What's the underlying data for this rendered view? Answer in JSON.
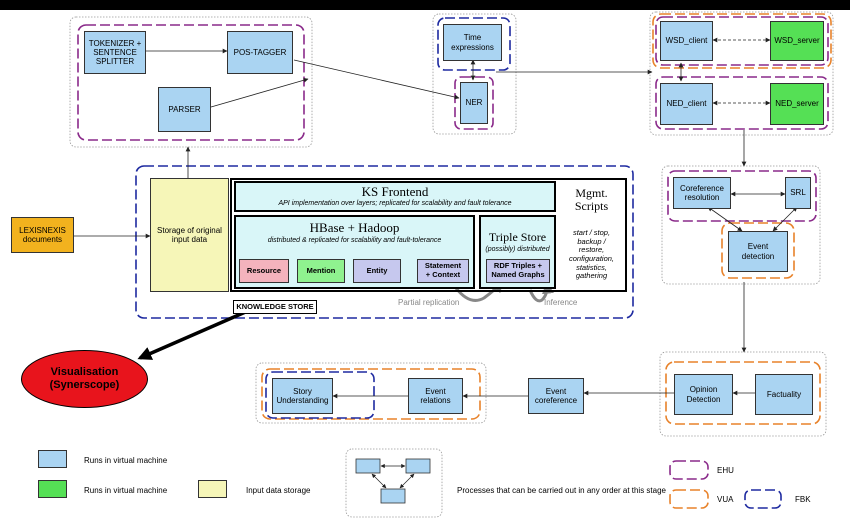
{
  "nodes": {
    "tokenizer": "TOKENIZER +\nSENTENCE\nSPLITTER",
    "pos_tagger": "POS-TAGGER",
    "parser": "PARSER",
    "time_expressions": "Time\nexpressions",
    "ner": "NER",
    "wsd_client": "WSD_client",
    "wsd_server": "WSD_server",
    "ned_client": "NED_client",
    "ned_server": "NED_server",
    "coreference_resolution": "Coreference\nresolution",
    "srl": "SRL",
    "event_detection": "Event\ndetection",
    "opinion_detection": "Opinion\nDetection",
    "factuality": "Factuality",
    "event_coreference": "Event\ncoreference",
    "event_relations": "Event\nrelations",
    "story_understanding": "Story\nUnderstanding",
    "lexisnexis": "LEXISNEXIS\ndocuments",
    "storage": "Storage of original\ninput data",
    "visualisation": "Visualisation\n(Synerscope)"
  },
  "knowledge_store": {
    "ks_frontend_title": "KS Frontend",
    "ks_frontend_sub": "API implementation over layers; replicated for scalability and fault tolerance",
    "hbase_title": "HBase + Hadoop",
    "hbase_sub": "distributed & replicated for scalability and fault-tolerance",
    "resource": "Resource",
    "mention": "Mention",
    "entity": "Entity",
    "statement": "Statement\n+ Context",
    "triple_store_title": "Triple Store",
    "triple_store_sub": "(possibly) distributed",
    "rdf": "RDF Triples +\nNamed Graphs",
    "mgmt_title": "Mgmt.\nScripts",
    "mgmt_sub": "start / stop,\nbackup /\nrestore,\nconfiguration,\nstatistics,\ngathering",
    "partial_replication": "Partial replication",
    "inference": "Inference",
    "label": "KNOWLEDGE STORE"
  },
  "legend": {
    "blue": "Runs in virtual machine",
    "green": "Runs in virtual machine",
    "yellow": "Input data storage",
    "any_order": "Processes that can be carried out in any order at this stage",
    "ehu": "EHU",
    "vua": "VUA",
    "fbk": "FBK"
  },
  "colors": {
    "ehu": "#8a2a8a",
    "vua": "#e8822a",
    "fbk": "#1e2aa0",
    "vm_blue": "#aad4f2",
    "vm_green": "#55e055",
    "storage_yellow": "#f6f6b8",
    "visualisation_red": "#e8141c"
  }
}
